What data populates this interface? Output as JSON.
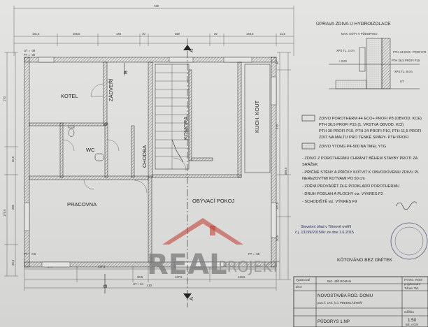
{
  "rooms": {
    "kotel": "KOTEL",
    "zadveri": "ZÁDVEŘÍ",
    "komora": "KOMORA",
    "kuch_kout": "KUCH. KOUT",
    "wc": "WC",
    "chodba": "CHODBA",
    "obyvaci_pokoj": "OBÝVACÍ POKOJ",
    "pracovna": "PRACOVNA"
  },
  "section_markers": {
    "a": "A",
    "b": "B"
  },
  "top_dims": [
    "730",
    "131,5",
    "106,5",
    "140",
    "10",
    "350",
    "25",
    "148,5",
    "11,5"
  ],
  "left_dims": [
    "270",
    "285",
    "30,5",
    "175,5",
    "28,5"
  ],
  "right_dims": [
    "60",
    "270",
    "586,5",
    "137,5",
    "30,5"
  ],
  "bottom_dims": [
    "144",
    "137,5",
    "30,5",
    "137,5",
    "143,5",
    "410"
  ],
  "floor_labels": [
    "UT = -36",
    "PT = -36",
    "PT + -0.5",
    "UT + 64",
    "PT = -56"
  ],
  "detail": {
    "title": "ÚPRAVA ZDIVA U HYDROIZOLACE",
    "subtitle": "MAX. KÓTY V PŮDORYSU",
    "labels": [
      "XPS TL. 2 cm",
      "PTH 44 ECO+ PROFI P8",
      "XPS TL. 8 cm",
      "PTH 36,5 PROFI P15",
      "UT"
    ],
    "level": "+ 0,00"
  },
  "legend": [
    "ZDIVO POROTHERM 44 ECO+ PROFI P8 (OBVOD. KCE)",
    "PTH 36,5 PROFI P15 (1. VRSTVA OBVOD. KCÍ)",
    "PTH 30 PROFI P10, PTH 24 PROFI P10, PTH 11,5 PROFI",
    "ZDIT NA MALTU PRO TENKÉ SPÁRY- PTH PROFI",
    "ZDIVO YTONG P4-500 NA TMEL YTG"
  ],
  "notes": [
    "- ZDIVO Z POROTHERMU CHRÁNIT BĚHEM STAVBY PROTI ZA",
    "  SRÁŽEK",
    "- PŘÍČNÉ STĚNY A PŘÍČKY KOTVIT K OBVODOVÉMU ZDIVU PL",
    "  NEREZOVÝMI KOTVAMI PO 50 cm",
    "- ZDĚNÍ PROVÁDĚT DLE PODKLADŮ POROTHERMU",
    "- DRUH PODLAH A PLOCHY viz. VÝKRES F2",
    "- SCHODIŠTĚ viz. VÝKRES F9"
  ],
  "stamp": {
    "line1": "Stavební úřad v Tišnově ověřil",
    "line2": "č.j. 13199/2015/Kr ze dne 1.6.2015"
  },
  "kotovano": "KÓTOVÁNO BEZ OMÍTEK",
  "logo": {
    "real": "REAL",
    "projekt": "PROJEKT"
  },
  "title_block": {
    "vypracoval_label": "vypracoval",
    "vypracoval": "ING. JIŘÍ ROMAN",
    "akce_label": "akce",
    "project": "NOVOSTAVBA ROD. DOMU",
    "parcel": "parc.č. 17/1, k.ú. PŘEDKLÁŠTEŘÍ",
    "drawing": "PŮDORYS 1.NP",
    "firm": "FA ING. ROM",
    "firm2": "projektování",
    "address": "Tišnov 752",
    "scale_label": "měřítko",
    "scale": "1:50",
    "scale_note": "kót. v CM"
  }
}
